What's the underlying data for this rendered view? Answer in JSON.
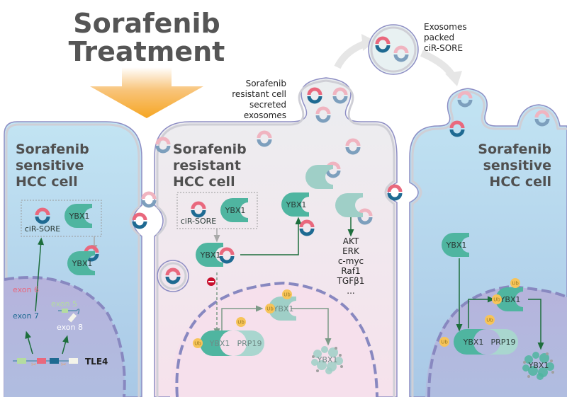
{
  "title": {
    "line1": "Sorafenib",
    "line2": "Treatment"
  },
  "cells": {
    "left": {
      "line1": "Sorafenib",
      "line2": "sensitive",
      "line3": "HCC cell"
    },
    "middle": {
      "line1": "Sorafenib",
      "line2": "resistant",
      "line3": "HCC cell"
    },
    "right": {
      "line1": "Sorafenib",
      "line2": "sensitive",
      "line3": "HCC cell"
    }
  },
  "annotations": {
    "secreted": {
      "line1": "Sorafenib",
      "line2": "resistant cell",
      "line3": "secreted",
      "line4": "exosomes"
    },
    "packed": {
      "line1": "Exosomes",
      "line2": "packed",
      "line3": "ciR-SORE"
    }
  },
  "labels": {
    "circrna": "ciR-SORE",
    "ybx1": "YBX1",
    "prp19": "PRP19",
    "ub": "Ub",
    "tle4": "TLE4",
    "exon5": "exon 5",
    "exon6": "exon 6",
    "exon7": "exon 7",
    "exon8": "exon 8"
  },
  "downstream": [
    "AKT",
    "ERK",
    "c-myc",
    "Raf1",
    "TGFβ1",
    "..."
  ],
  "colors": {
    "arrow_orange": "#f6a623",
    "sensitive_cell": "#bde0f0",
    "resistant_cell": "#f1e6ee",
    "nucleus_sensitive": "#b4b4db",
    "nucleus_resistant": "#f6e0ec",
    "membrane": "#8e8ec4",
    "ybx1": "#4fb5a0",
    "prp19": "#a9d6cf",
    "circ_pink": "#e9687d",
    "circ_blue": "#1e6a92",
    "ub": "#f7c45a",
    "arrow_green": "#1d6e3c",
    "inhibit_red": "#c8102e"
  },
  "icons": {
    "treatment_arrow": "down-arrow-icon",
    "inhibit": "minus-circle-icon",
    "scissors": "scissors-icon"
  }
}
